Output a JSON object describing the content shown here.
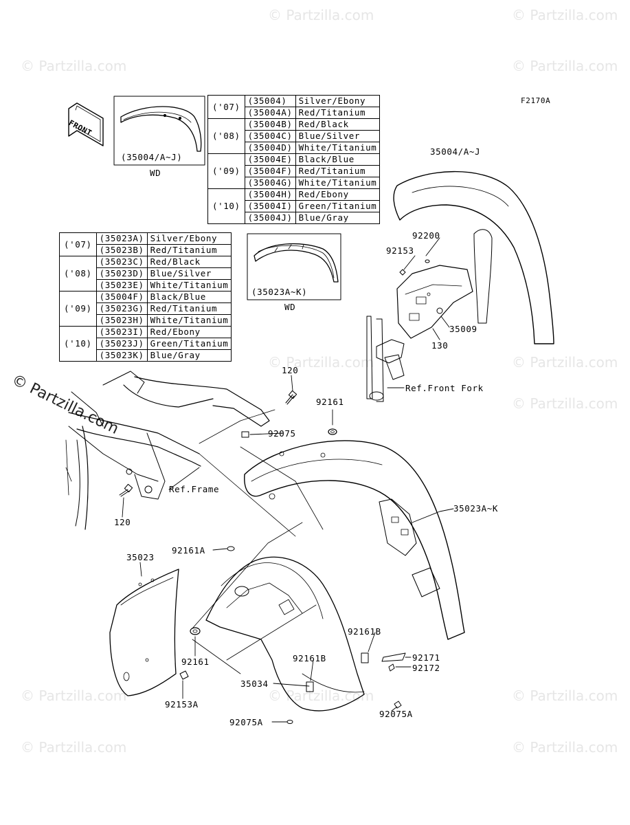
{
  "watermark": "© Partzilla.com",
  "figure_code": "F2170A",
  "front_label": "FRONT",
  "inset_front": {
    "label": "(35004/A~J)",
    "caption": "WD"
  },
  "inset_rear": {
    "label": "(35023A~K)",
    "caption": "WD"
  },
  "table_front": {
    "groups": [
      {
        "year": "('07)",
        "rows": [
          [
            "(35004)",
            "Silver/Ebony"
          ],
          [
            "(35004A)",
            "Red/Titanium"
          ]
        ]
      },
      {
        "year": "('08)",
        "rows": [
          [
            "(35004B)",
            "Red/Black"
          ],
          [
            "(35004C)",
            "Blue/Silver"
          ],
          [
            "(35004D)",
            "White/Titanium"
          ]
        ]
      },
      {
        "year": "('09)",
        "rows": [
          [
            "(35004E)",
            "Black/Blue"
          ],
          [
            "(35004F)",
            "Red/Titanium"
          ],
          [
            "(35004G)",
            "White/Titanium"
          ]
        ]
      },
      {
        "year": "('10)",
        "rows": [
          [
            "(35004H)",
            "Red/Ebony"
          ],
          [
            "(35004I)",
            "Green/Titanium"
          ],
          [
            "(35004J)",
            "Blue/Gray"
          ]
        ]
      }
    ]
  },
  "table_rear": {
    "groups": [
      {
        "year": "('07)",
        "rows": [
          [
            "(35023A)",
            "Silver/Ebony"
          ],
          [
            "(35023B)",
            "Red/Titanium"
          ]
        ]
      },
      {
        "year": "('08)",
        "rows": [
          [
            "(35023C)",
            "Red/Black"
          ],
          [
            "(35023D)",
            "Blue/Silver"
          ],
          [
            "(35023E)",
            "White/Titanium"
          ]
        ]
      },
      {
        "year": "('09)",
        "rows": [
          [
            "(35004F)",
            "Black/Blue"
          ],
          [
            "(35023G)",
            "Red/Titanium"
          ],
          [
            "(35023H)",
            "White/Titanium"
          ]
        ]
      },
      {
        "year": "('10)",
        "rows": [
          [
            "(35023I)",
            "Red/Ebony"
          ],
          [
            "(35023J)",
            "Green/Titanium"
          ],
          [
            "(35023K)",
            "Blue/Gray"
          ]
        ]
      }
    ]
  },
  "callouts": {
    "p35004": "35004/A~J",
    "p92200": "92200",
    "p92153_top": "92153",
    "p35009": "35009",
    "p130": "130",
    "ref_front_fork": "Ref.Front Fork",
    "p120_top": "120",
    "p92161_top": "92161",
    "p92075": "92075",
    "ref_frame": "Ref.Frame",
    "p120_bottom": "120",
    "p35023AK": "35023A~K",
    "p92161A": "92161A",
    "p35023": "35023",
    "p92161_mid": "92161",
    "p92161B_right": "92161B",
    "p92161B_mid": "92161B",
    "p92171": "92171",
    "p92172": "92172",
    "p35034": "35034",
    "p92153A": "92153A",
    "p92075A_right": "92075A",
    "p92075A_bottom": "92075A"
  }
}
